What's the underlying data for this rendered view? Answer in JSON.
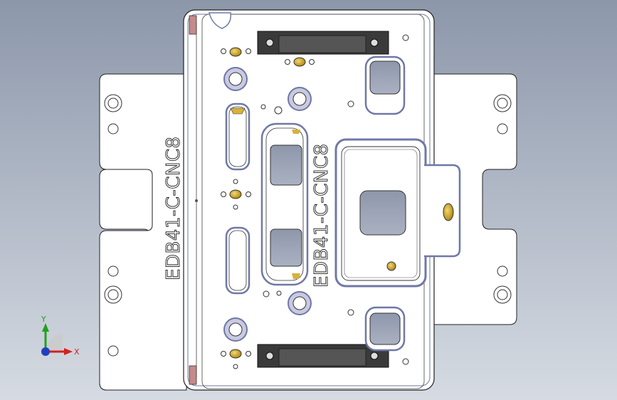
{
  "part": {
    "engraving_left": "EDB41-C-CNC8",
    "engraving_center": "EDB41-C-CNC8"
  },
  "triad": {
    "x_label": "X",
    "y_label": "Y",
    "x_color": "#d42020",
    "y_color": "#20a020",
    "z_color": "#2040c0"
  },
  "colors": {
    "viewport_top": "#8c97aa",
    "viewport_bottom": "#d6dbe2",
    "plate": "#ffffff",
    "pocket_floor": "#9aa2b4",
    "pocket_edge": "#6f78a6",
    "clamp_bar": "#3a3a3a",
    "brass": "#d8b23a"
  }
}
